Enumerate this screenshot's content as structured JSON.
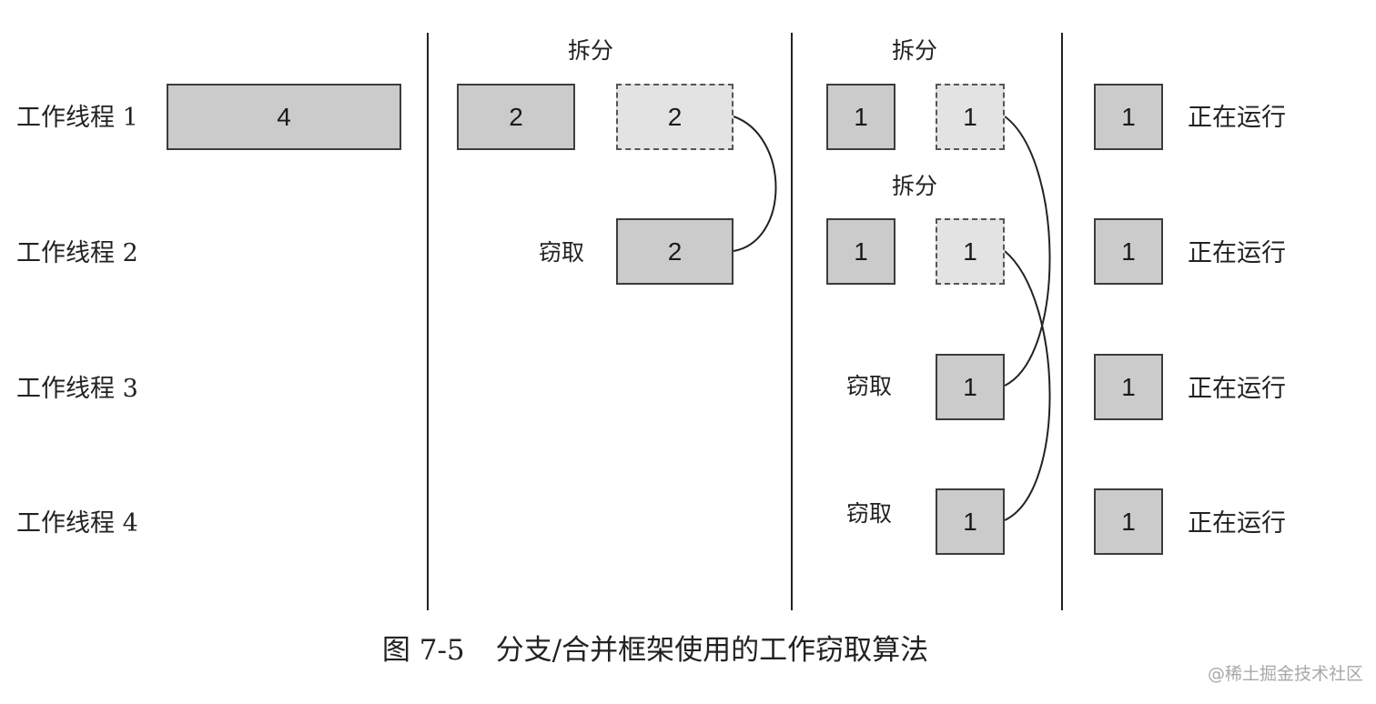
{
  "rows": [
    {
      "label": "工作线程 1"
    },
    {
      "label": "工作线程 2"
    },
    {
      "label": "工作线程 3"
    },
    {
      "label": "工作线程 4"
    }
  ],
  "step_labels": {
    "split": "拆分",
    "steal": "窃取"
  },
  "status": {
    "running": "正在运行"
  },
  "tasks": {
    "initial": "4",
    "half": "2",
    "quarter": "1"
  },
  "caption": {
    "number": "图 7-5",
    "text": "分支/合并框架使用的工作窃取算法"
  },
  "watermark": "@稀土掘金技术社区",
  "colors": {
    "task_fill": "#cbcbcb",
    "task_fill_split": "#e3e3e3",
    "line": "#222222"
  }
}
